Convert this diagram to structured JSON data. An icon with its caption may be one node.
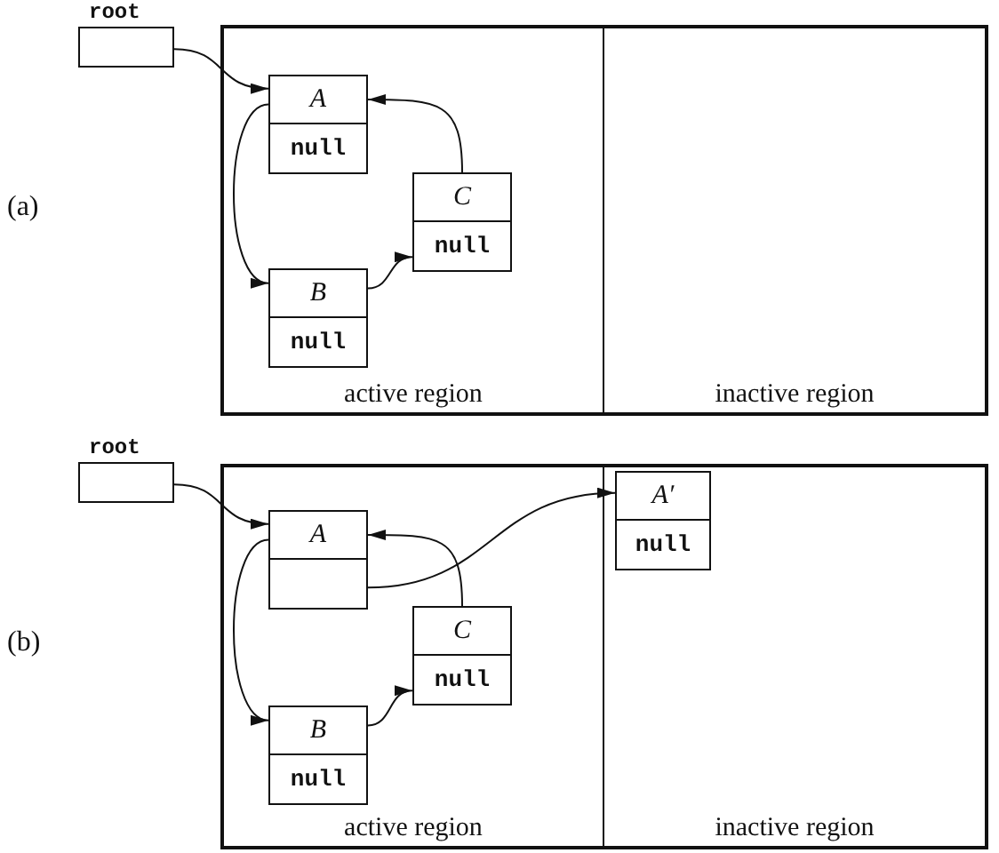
{
  "diagram": {
    "nodes": [
      {
        "text": [
          "root"
        ]
      },
      {
        "text": [
          "active region"
        ]
      },
      {
        "text": [
          "A",
          "null"
        ],
        "in": 1
      },
      {
        "text": [
          "C",
          "null"
        ],
        "in": 1
      },
      {
        "text": [
          "B",
          "null"
        ],
        "in": 1
      },
      {
        "text": [
          "inactive region"
        ]
      },
      {
        "text": [
          "root"
        ]
      },
      {
        "text": [
          "active region"
        ]
      },
      {
        "text": [
          "A"
        ],
        "in": 7
      },
      {
        "text": [
          "C",
          "null"
        ],
        "in": 7
      },
      {
        "text": [
          "B",
          "null"
        ],
        "in": 7
      },
      {
        "text": [
          "inactive region"
        ]
      },
      {
        "text": [
          "A′",
          "null"
        ],
        "in": 11
      }
    ],
    "edges": [
      {
        "from": 0,
        "to": 2,
        "arrow": "to"
      },
      {
        "from": 2,
        "to": 4,
        "arrow": "to"
      },
      {
        "from": 4,
        "to": 3,
        "arrow": "to"
      },
      {
        "from": 3,
        "to": 2,
        "arrow": "to"
      },
      {
        "from": 6,
        "to": 8,
        "arrow": "to"
      },
      {
        "from": 8,
        "to": 10,
        "arrow": "to"
      },
      {
        "from": 10,
        "to": 9,
        "arrow": "to"
      },
      {
        "from": 9,
        "to": 8,
        "arrow": "to"
      },
      {
        "from": 8,
        "to": 12,
        "arrow": "to"
      }
    ],
    "labels": [
      "(a)",
      "(b)"
    ]
  }
}
